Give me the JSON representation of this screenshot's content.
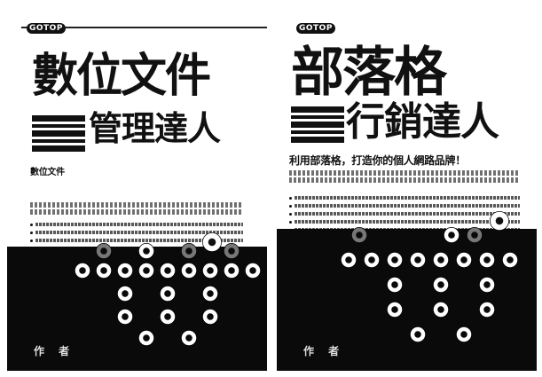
{
  "books": [
    {
      "publisher": "GOTOP",
      "title": "數位文件",
      "subtitle": "管理達人",
      "tagline_1": "數位文件",
      "tagline_2": "",
      "author": "作 者"
    },
    {
      "publisher": "GOTOP",
      "title": "部落格",
      "subtitle": "行銷達人",
      "tagline_1": "利用部落格，打造你的個人網路品牌！",
      "tagline_2": "",
      "author": "作 者"
    }
  ]
}
